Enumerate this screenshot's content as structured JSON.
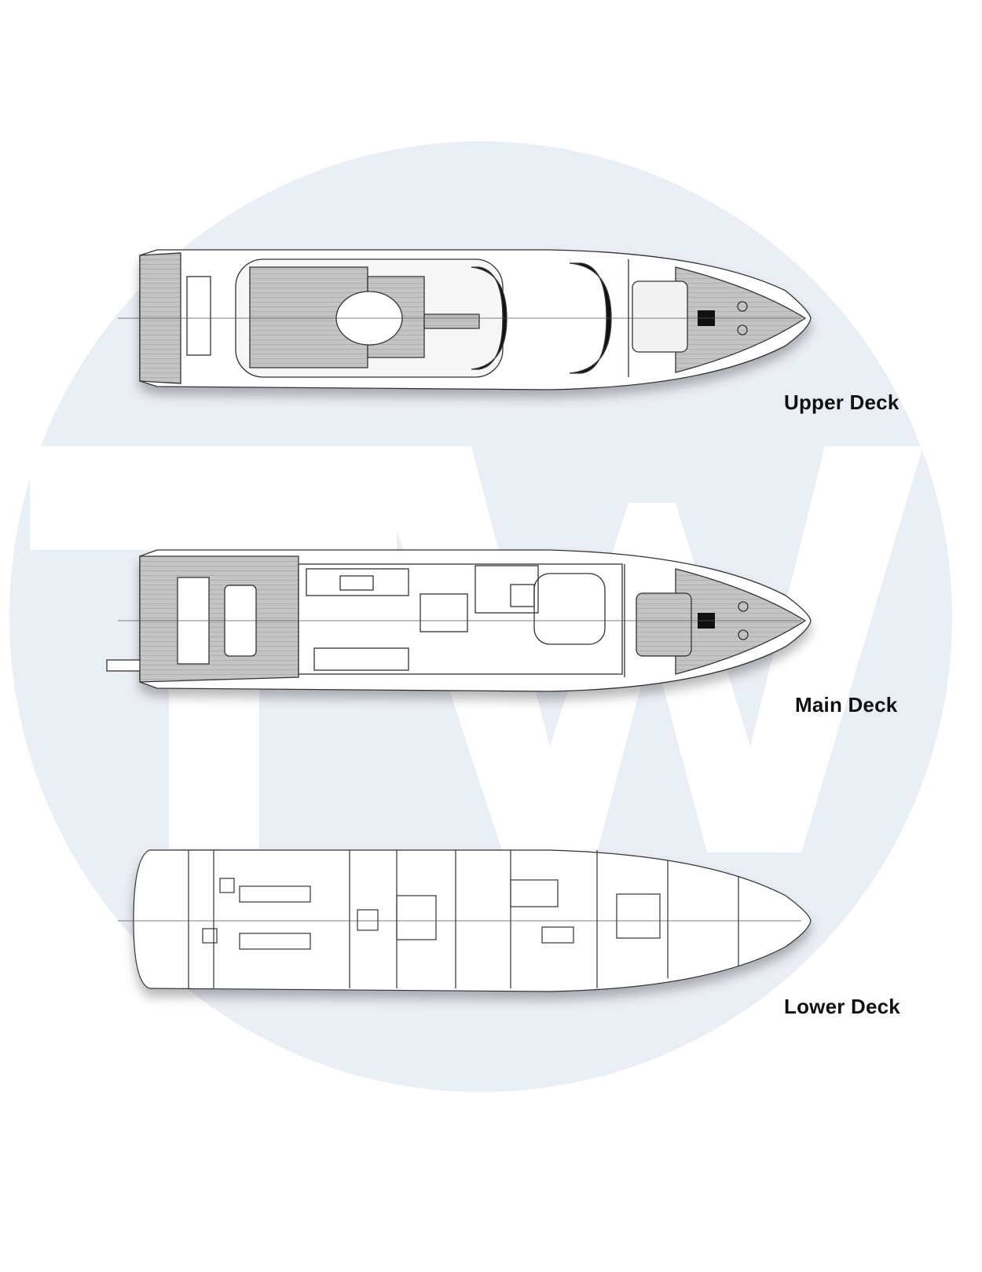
{
  "watermark": {
    "logo": "TW",
    "circle_color": "#eaeef5",
    "letter_color": "#ffffff"
  },
  "decks": [
    {
      "id": "upper",
      "label": "Upper Deck"
    },
    {
      "id": "main",
      "label": "Main Deck"
    },
    {
      "id": "lower",
      "label": "Lower Deck"
    }
  ],
  "colors": {
    "outline": "#333333",
    "teak": "#b9b9b9",
    "accent_black": "#111111"
  }
}
